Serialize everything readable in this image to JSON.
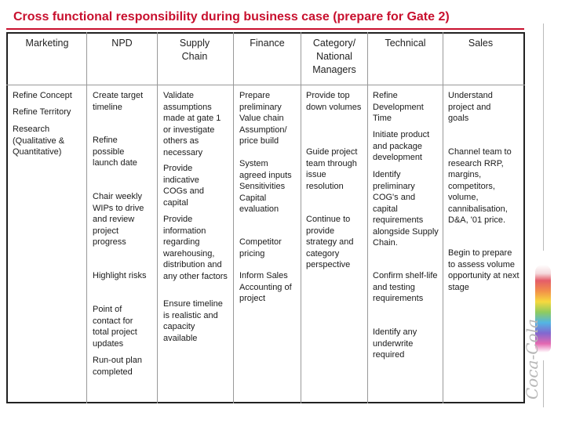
{
  "title": "Cross functional responsibility during business case (prepare for Gate 2)",
  "headers": {
    "marketing": "Marketing",
    "npd": "NPD",
    "supply_chain": "Supply Chain",
    "finance": "Finance",
    "category": "Category/ National Managers",
    "technical": "Technical",
    "sales": "Sales"
  },
  "marketing": [
    "Refine Concept",
    "Refine Territory",
    "Research (Qualitative & Quantitative)"
  ],
  "npd": [
    "Create target timeline",
    "Refine possible launch date",
    "Chair weekly WIPs to drive and review project progress",
    "Highlight risks",
    "Point of contact for total project updates",
    "Run-out plan completed"
  ],
  "supply_chain": [
    "Validate assumptions made at gate 1 or investigate others as necessary",
    "Provide indicative COGs and capital",
    "Provide information regarding warehousing, distribution and any other factors",
    "Ensure timeline is realistic and capacity available"
  ],
  "finance": [
    "Prepare preliminary Value chain Assumption/ price build",
    "System agreed inputs Sensitivities Capital evaluation",
    "Competitor pricing",
    "Inform Sales Accounting of project"
  ],
  "category": [
    "Provide top down volumes",
    "Guide project team through issue resolution",
    "Continue to provide strategy and category perspective"
  ],
  "technical": [
    "Refine Development Time",
    "Initiate product and package development",
    "Identify preliminary COG's and capital requirements alongside Supply Chain.",
    "Confirm shelf-life and testing requirements",
    "Identify any underwrite required"
  ],
  "sales": [
    "Understand project and goals",
    "Channel team to research RRP, margins, competitors, volume, cannibalisation, D&A, '01 price.",
    "Begin to prepare to assess volume opportunity at next stage"
  ],
  "brand": {
    "logo_text": "Coca-Cola",
    "accent_color": "#c8102e"
  }
}
